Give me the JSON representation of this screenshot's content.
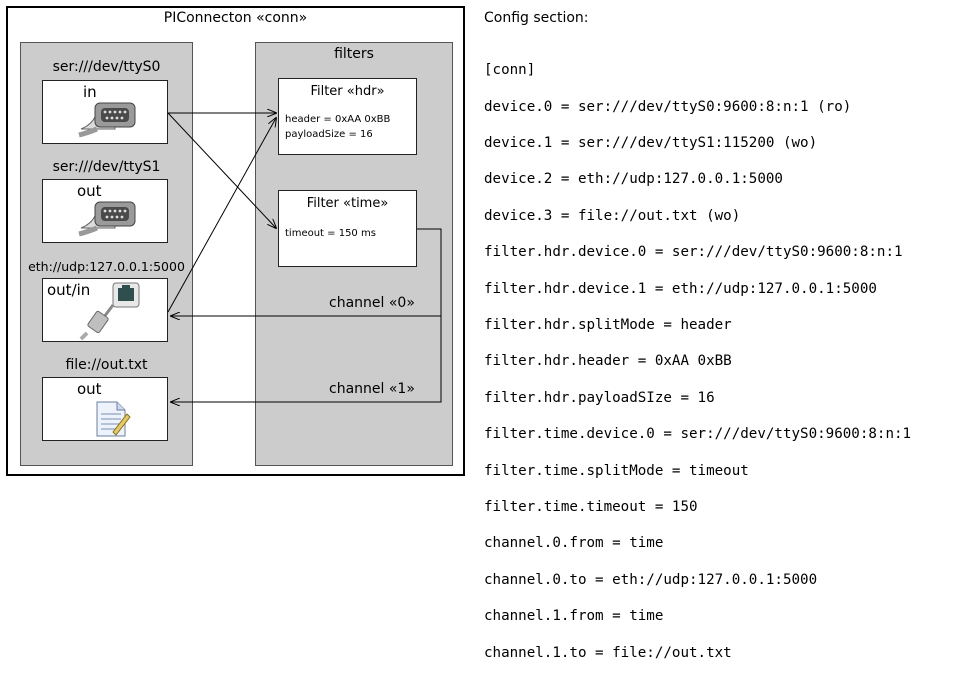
{
  "connection": {
    "title": "PIConnecton «conn»"
  },
  "devices": [
    {
      "label": "ser:///dev/ttyS0",
      "mode": "in",
      "icon": "serial-port-icon"
    },
    {
      "label": "ser:///dev/ttyS1",
      "mode": "out",
      "icon": "serial-port-icon"
    },
    {
      "label": "eth://udp:127.0.0.1:5000",
      "mode": "out/in",
      "icon": "ethernet-cable-icon"
    },
    {
      "label": "file://out.txt",
      "mode": "out",
      "icon": "text-file-icon"
    }
  ],
  "filters_panel": {
    "title": "filters",
    "filters": [
      {
        "title": "Filter «hdr»",
        "lines": [
          "header = 0xAA 0xBB",
          "payloadSize = 16"
        ]
      },
      {
        "title": "Filter «time»",
        "lines": [
          "timeout = 150 ms"
        ]
      }
    ],
    "channels": [
      "channel «0»",
      "channel «1»"
    ]
  },
  "config": {
    "title": "Config section:",
    "lines": [
      "[conn]",
      "device.0 = ser:///dev/ttyS0:9600:8:n:1 (ro)",
      "device.1 = ser:///dev/ttyS1:115200 (wo)",
      "device.2 = eth://udp:127.0.0.1:5000",
      "device.3 = file://out.txt (wo)",
      "filter.hdr.device.0 = ser:///dev/ttyS0:9600:8:n:1",
      "filter.hdr.device.1 = eth://udp:127.0.0.1:5000",
      "filter.hdr.splitMode = header",
      "filter.hdr.header = 0xAA 0xBB",
      "filter.hdr.payloadSIze = 16",
      "filter.time.device.0 = ser:///dev/ttyS0:9600:8:n:1",
      "filter.time.splitMode = timeout",
      "filter.time.timeout = 150",
      "channel.0.from = time",
      "channel.0.to = eth://udp:127.0.0.1:5000",
      "channel.1.from = time",
      "channel.1.to = file://out.txt"
    ]
  },
  "colors": {
    "panel": "#cccccc",
    "border": "#000000",
    "box": "#ffffff"
  }
}
